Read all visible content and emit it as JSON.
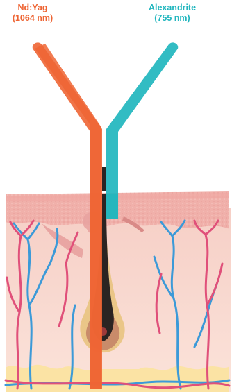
{
  "labels": {
    "left": {
      "name": "Nd:Yag",
      "wavelength": "(1064 nm)",
      "color": "#EE6534"
    },
    "right": {
      "name": "Alexandrite",
      "wavelength": "(755 nm)",
      "color": "#21B6BE"
    }
  },
  "colors": {
    "skin_surface": "#F2B7B2",
    "dermis": "#F8D6CE",
    "fat": "#FBE5A8",
    "vein": "#3C9AD8",
    "artery": "#E0507A",
    "hair": "#2B2422",
    "follicle": "#C98B6A"
  }
}
